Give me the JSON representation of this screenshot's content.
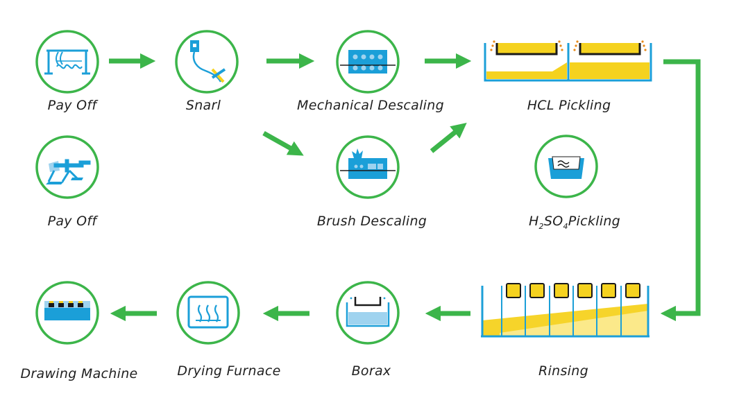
{
  "colors": {
    "green": "#3cb54a",
    "blue": "#1b9fd8",
    "gold": "#f5d21f",
    "dark": "#1a1a1a"
  },
  "steps": {
    "pay_off_1": {
      "label": "Pay Off",
      "icon": "pay-off-reel-icon"
    },
    "pay_off_2": {
      "label": "Pay Off",
      "icon": "pay-off-stand-icon"
    },
    "snarl": {
      "label": "Snarl",
      "icon": "snarl-icon"
    },
    "mechanical_descaling": {
      "label": "Mechanical Descaling",
      "icon": "mechanical-descaling-icon"
    },
    "brush_descaling": {
      "label": "Brush Descaling",
      "icon": "brush-descaling-icon"
    },
    "hcl_pickling": {
      "label": "HCL Pickling",
      "icon": "hcl-pickling-tanks-icon"
    },
    "h2so4_pickling": {
      "label_parts": [
        "H",
        "2",
        "SO",
        "4",
        "Pickling"
      ],
      "icon": "h2so4-pickling-icon"
    },
    "rinsing": {
      "label": "Rinsing",
      "icon": "rinsing-tanks-icon"
    },
    "borax": {
      "label": "Borax",
      "icon": "borax-tank-icon"
    },
    "drying_furnace": {
      "label": "Drying Furnace",
      "icon": "drying-furnace-icon"
    },
    "drawing_machine": {
      "label": "Drawing Machine",
      "icon": "drawing-machine-icon"
    }
  }
}
